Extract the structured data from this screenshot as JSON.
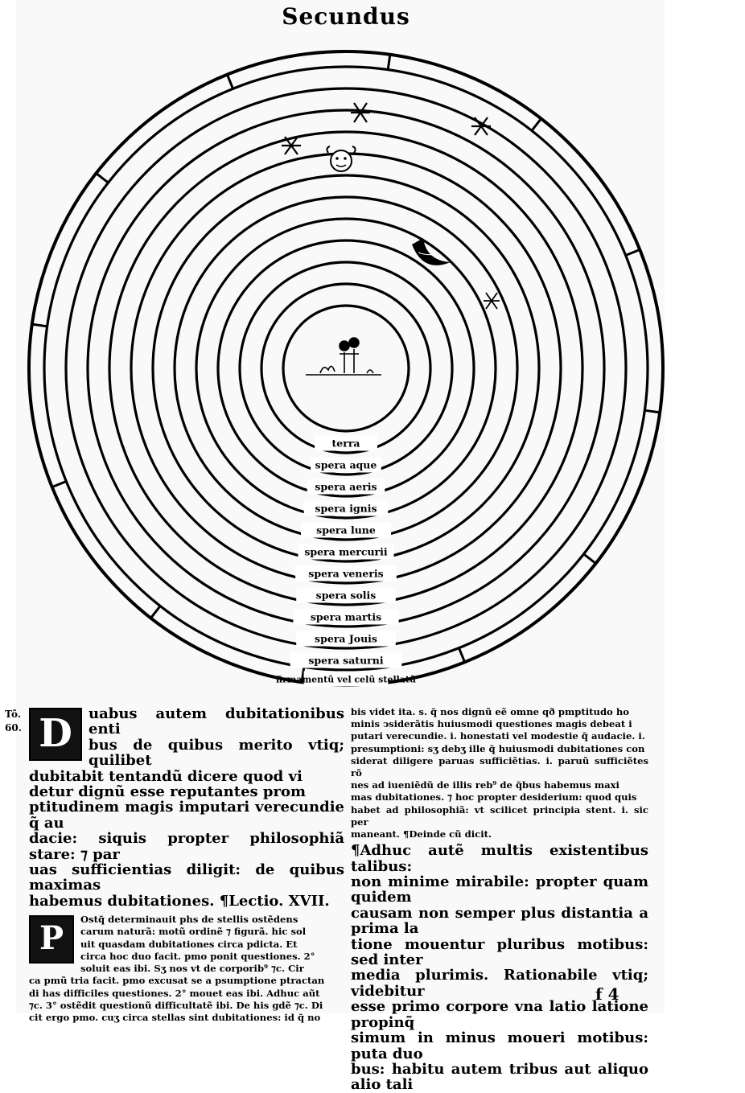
{
  "page": {
    "running_head": "Secundus",
    "margin_note": [
      "Tõ.",
      "60."
    ],
    "signature": "f 4"
  },
  "diagram": {
    "sphere_labels": [
      "terra",
      "spera aque",
      "spera aeris",
      "spera ignis",
      "spera lune",
      "spera mercurii",
      "spera veneris",
      "spera solis",
      "spera martis",
      "spera Jouis",
      "spera saturni",
      "firmamentũ vel celũ stellatũ"
    ]
  },
  "text": {
    "left_dropcap_1": "D",
    "left_para_1": [
      "uabus autem dubitationibus enti",
      "bus de quibus merito vtiq; quilibet",
      "dubitabit tentandũ dicere quod vi",
      "detur dignũ esse reputantes prom",
      "ptitudinem magis imputari verecundie q̃ au",
      "dacie: siquis propter philosophiã stare: ⁊ par",
      "uas sufficientias diligit: de quibus maximas",
      "habemus dubitationes. ¶Lectio. XVII."
    ],
    "left_dropcap_2": "P",
    "left_para_2": [
      "Ostq̃ determinauit phs de stellis ostẽdens",
      "carum naturã: motũ ordinẽ ⁊ figurã. hic sol",
      "uit quasdam dubitationes circa pdicta. Et",
      "circa hoc duo facit. pmo ponit questiones. 2°",
      "soluit eas ibi. Sʒ nos vt de corporib⁹ ⁊c. Cir",
      "ca pmũ tria facit. pmo excusat se a psumptione ptractan",
      "di has difficiles questiones. 2° mouet eas ibi. Adhuc aũt",
      "⁊c. 3° ostẽdit questionũ difficultatẽ ibi. De his gdẽ ⁊c. Di",
      "cit ergo pmo. cuʒ circa stellas sint dubitationes: id q̃ no"
    ],
    "right_para_1": [
      "bis videt ita. s. q̃ nos dignũ eẽ omne qð pmptitudo ho",
      "minis ↄsiderãtis huiusmodi questiones magis debeat i",
      "putari verecundie. i. honestati vel modestie q̃ audacie. i.",
      "presumptioni: sʒ debʒ ille q̃ huiusmodi dubitationes con",
      "siderat diligere paruas sufficiẽtias. i. paruũ sufficiẽtes rõ",
      "nes ad iueniẽdũ de illis reb⁹ de q̃bus habemus maxi",
      "mas dubitationes. ⁊ hoc propter desiderium: quod quis",
      "habet ad philosophiã: vt scilicet principia stent. i. sic per",
      "maneant. ¶Deinde cũ dicit."
    ],
    "right_para_2": [
      "¶Adhuc autẽ multis existentibus talibus:",
      "non minime mirabile: propter quam quidem",
      "causam non semper plus distantia a prima la",
      "tione mouentur pluribus motibus: sed inter",
      "media plurimis. Rationabile vtiq; videbitur",
      "esse primo corpore vna latio latione propinq̃",
      "simum in minus moueri motibus: puta duo",
      "bus: habitu autem tribus aut aliquo alio tali"
    ]
  }
}
